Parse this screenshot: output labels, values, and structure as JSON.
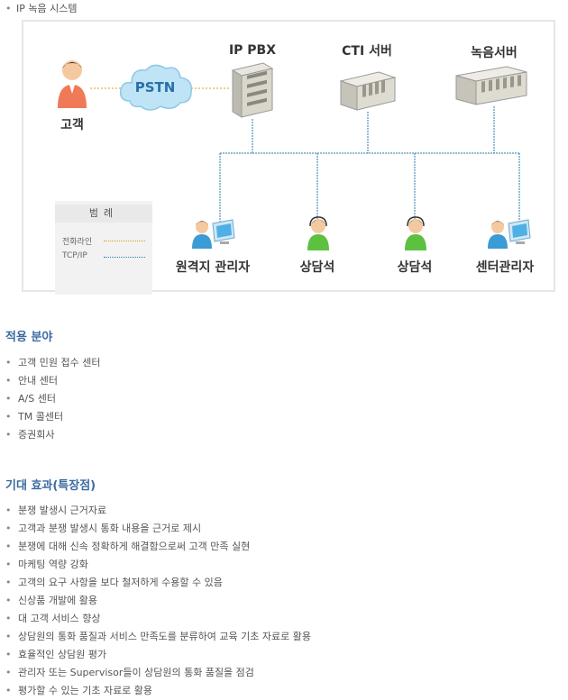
{
  "header": {
    "title": "IP 녹음 시스템"
  },
  "diagram": {
    "nodes": {
      "customer": "고객",
      "pstn": "PSTN",
      "ip_pbx": "IP PBX",
      "cti_server": "CTI 서버",
      "recording_server": "녹음서버",
      "remote_manager": "원격지 관리자",
      "agent_1": "상담석",
      "agent_2": "상담석",
      "center_manager": "센터관리자"
    },
    "legend": {
      "title": "범례",
      "phone_line": "전화라인",
      "tcp_ip": "TCP/IP"
    },
    "colors": {
      "phone_line": "#d4a017",
      "tcp_ip": "#2a7bb0"
    }
  },
  "applications": {
    "title": "적용 분야",
    "items": [
      "고객 민원 접수 센터",
      "안내 센터",
      "A/S 센터",
      "TM 콜센터",
      "증권회사"
    ]
  },
  "effects": {
    "title": "기대 효과(특장점)",
    "items": [
      "분쟁 발생시 근거자료",
      "고객과 분쟁 발생시 통화 내용을 근거로 제시",
      "분쟁에 대해 신속 정확하게 해결함으로써 고객 만족 실현",
      "마케팅 역량 강화",
      "고객의 요구 사항을 보다 철저하게 수용할 수 있음",
      "신상품 개발에 활용",
      "대 고객 서비스 향상",
      "상담원의 통화 품질과 서비스 만족도를 분류하여 교육 기초 자료로 활용",
      "효율적인 상담원 평가",
      "관리자 또는 Supervisor들이 상담원의 통화 품질을 점검",
      "평가할 수 있는 기초 자료로 활용"
    ]
  }
}
